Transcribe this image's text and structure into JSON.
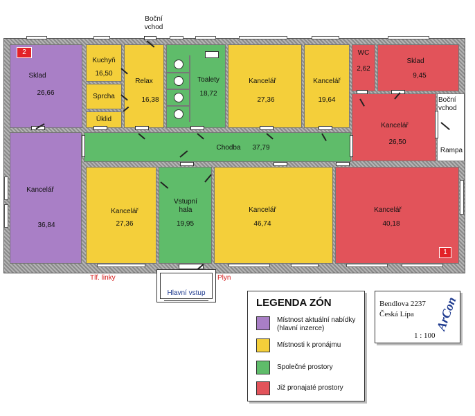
{
  "labels": {
    "bocni_vchod_top": "Boční vchod",
    "bocni_vchod_right": "Boční vchod",
    "rampa": "Rampa",
    "tlf_linky": "Tlf. linky",
    "plyn": "Plyn",
    "hlavni_vstup": "Hlavní vstup"
  },
  "rooms": {
    "sklad_left": {
      "name": "Sklad",
      "area": "26,66"
    },
    "kuchyn": {
      "name": "Kuchyň",
      "area": "16,50"
    },
    "sprcha": {
      "name": "Sprcha"
    },
    "uklid": {
      "name": "Úklid"
    },
    "relax": {
      "name": "Relax",
      "area": "16,38"
    },
    "toalety": {
      "name": "Toalety",
      "area": "18,72"
    },
    "kancelar_a": {
      "name": "Kancelář",
      "area": "27,36"
    },
    "kancelar_b": {
      "name": "Kancelář",
      "area": "19,64"
    },
    "wc": {
      "name": "WC",
      "area": "2,62"
    },
    "sklad_right": {
      "name": "Sklad",
      "area": "9,45"
    },
    "kancelar_c": {
      "name": "Kancelář",
      "area": "26,50"
    },
    "chodba": {
      "name": "Chodba",
      "area": "37,79"
    },
    "kancelar_d": {
      "name": "Kancelář",
      "area": "36,84"
    },
    "kancelar_e": {
      "name": "Kancelář",
      "area": "27,36"
    },
    "vstupni_hala": {
      "name": "Vstupní hala",
      "area": "19,95"
    },
    "kancelar_f": {
      "name": "Kancelář",
      "area": "46,74"
    },
    "kancelar_g": {
      "name": "Kancelář",
      "area": "40,18"
    }
  },
  "badges": {
    "one": "1",
    "two": "2"
  },
  "colors": {
    "purple": "#a97fc6",
    "yellow": "#f4cf3a",
    "green": "#5fbc6a",
    "red": "#e2535a",
    "badge": "#e32228"
  },
  "legend": {
    "title": "LEGENDA ZÓN",
    "items": [
      {
        "text": "Místnost aktuální nabídky (hlavní inzerce)"
      },
      {
        "text": "Místnosti k pronájmu"
      },
      {
        "text": "Společné prostory"
      },
      {
        "text": "Již pronajaté prostory"
      }
    ]
  },
  "info": {
    "address": "Bendlova 2237",
    "city": "Česká Lípa",
    "scale": "1 : 100",
    "logo": "ArCon"
  }
}
